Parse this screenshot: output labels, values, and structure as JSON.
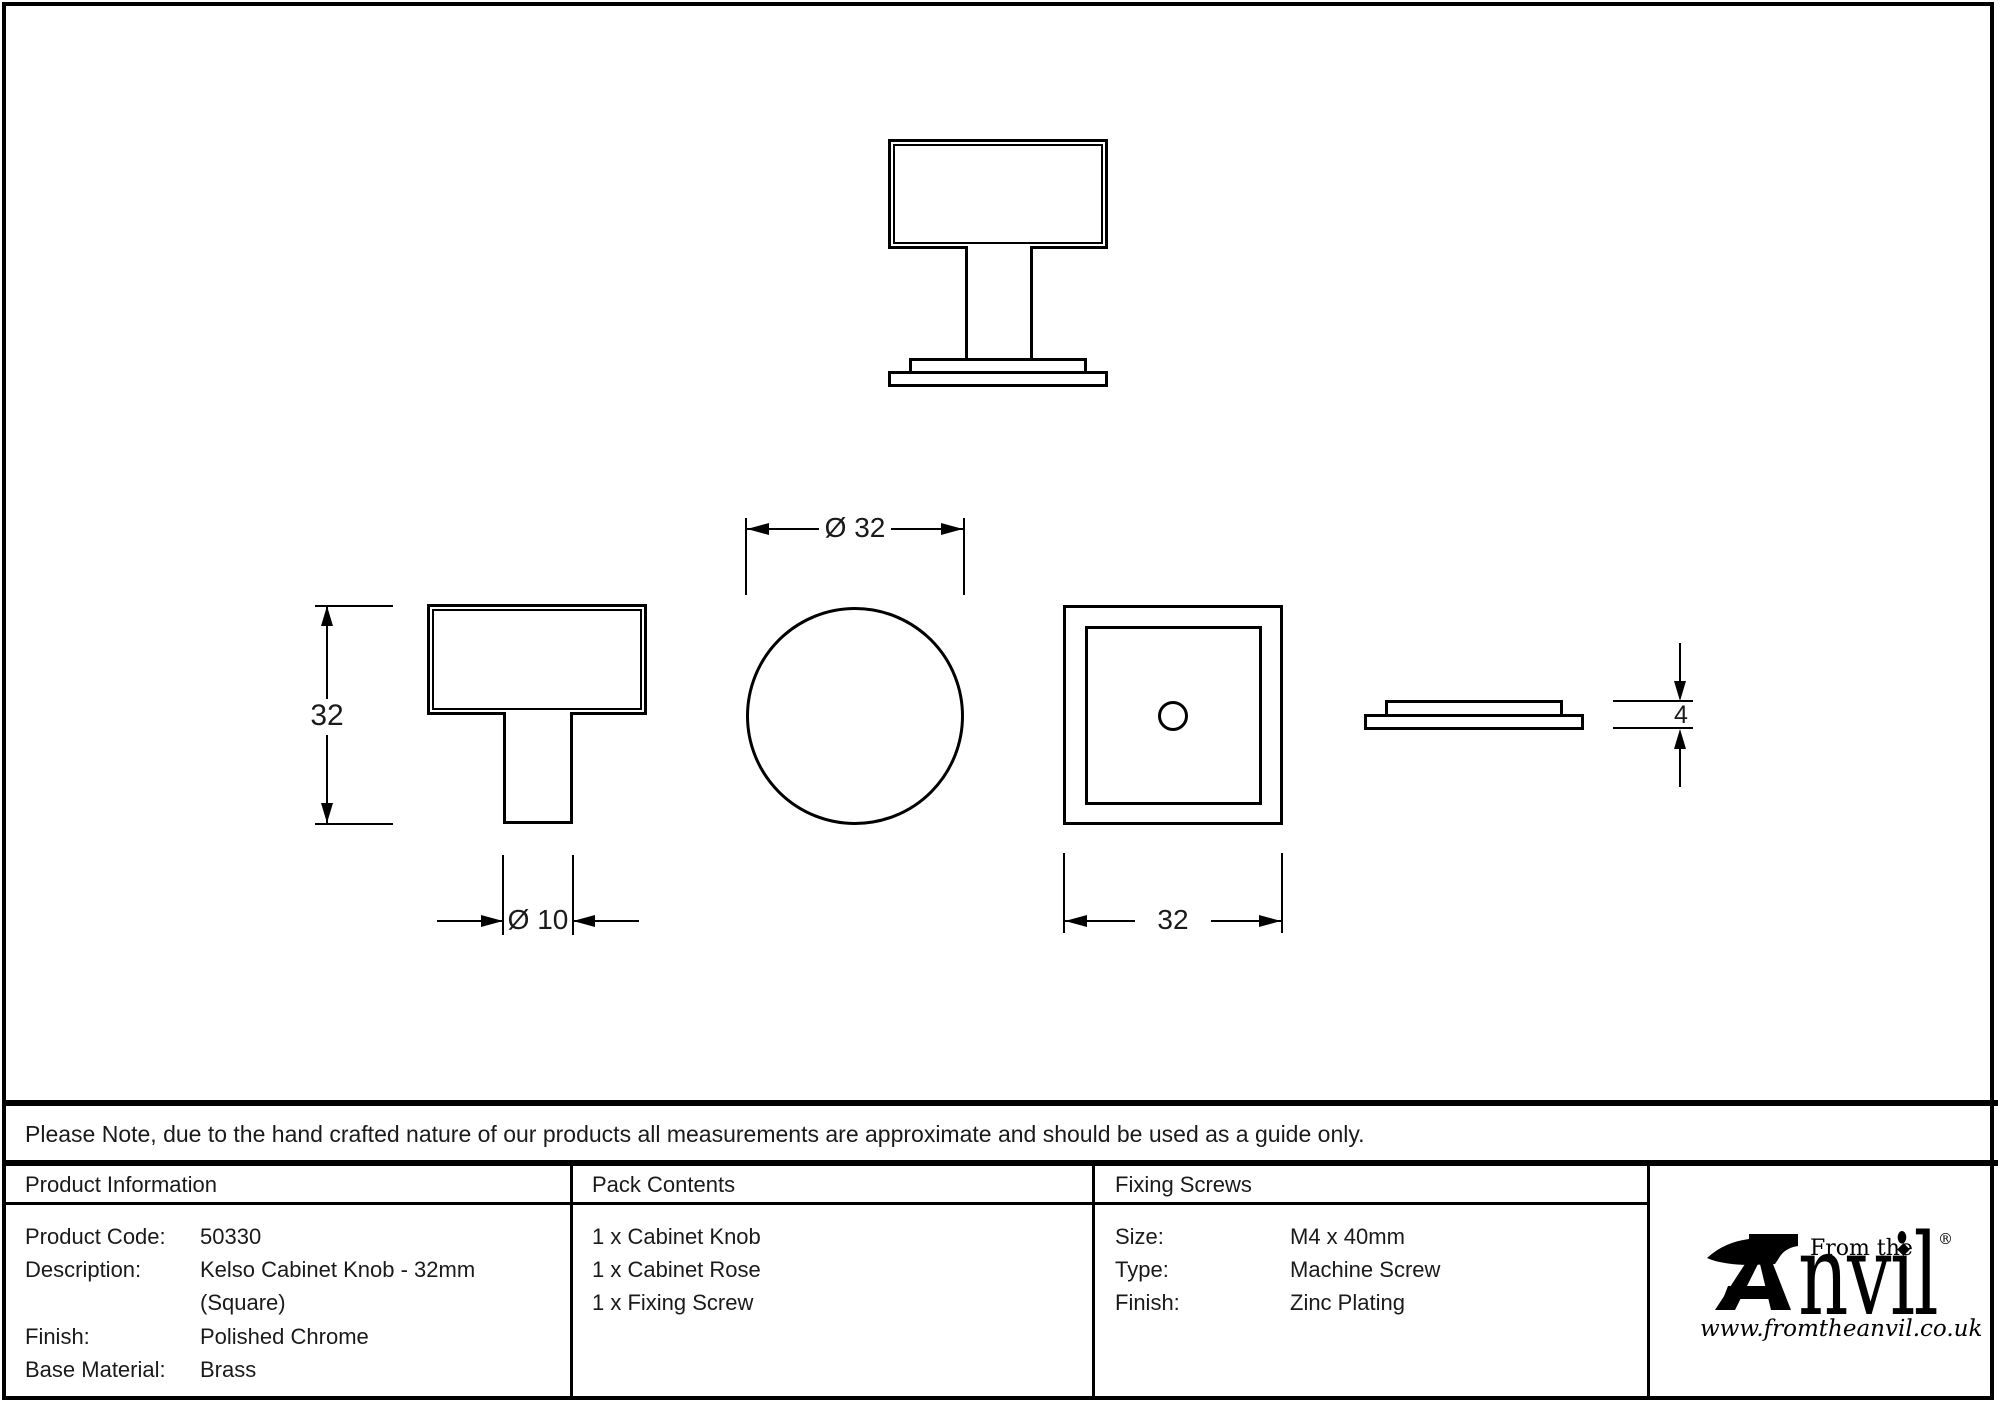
{
  "page": {
    "disclaimer": "Please Note, due to the hand crafted nature of our products all measurements are approximate and should be used as a guide only."
  },
  "dimensions": {
    "side_height": "32",
    "stem_diameter": "Ø 10",
    "knob_diameter": "Ø 32",
    "back_width": "32",
    "rose_thickness": "4"
  },
  "product_info": {
    "title": "Product Information",
    "rows": [
      {
        "label": "Product Code:",
        "value": "50330"
      },
      {
        "label": "Description:",
        "value": "Kelso Cabinet Knob - 32mm",
        "value_line2": "(Square)"
      },
      {
        "label": "Finish:",
        "value": "Polished Chrome"
      },
      {
        "label": "Base Material:",
        "value": "Brass"
      }
    ]
  },
  "pack_contents": {
    "title": "Pack Contents",
    "items": [
      "1 x Cabinet Knob",
      "1 x Cabinet Rose",
      "1 x Fixing Screw"
    ]
  },
  "fixing_screws": {
    "title": "Fixing Screws",
    "rows": [
      {
        "label": "Size:",
        "value": "M4 x 40mm"
      },
      {
        "label": "Type:",
        "value": "Machine Screw"
      },
      {
        "label": "Finish:",
        "value": "Zinc Plating"
      }
    ]
  },
  "brand": {
    "prefix": "From the",
    "name_rest": "nvil",
    "registered": "®",
    "website": "www.fromtheanvil.co.uk"
  },
  "colors": {
    "line": "#000000",
    "text": "#1a1a1a",
    "background": "#ffffff"
  }
}
